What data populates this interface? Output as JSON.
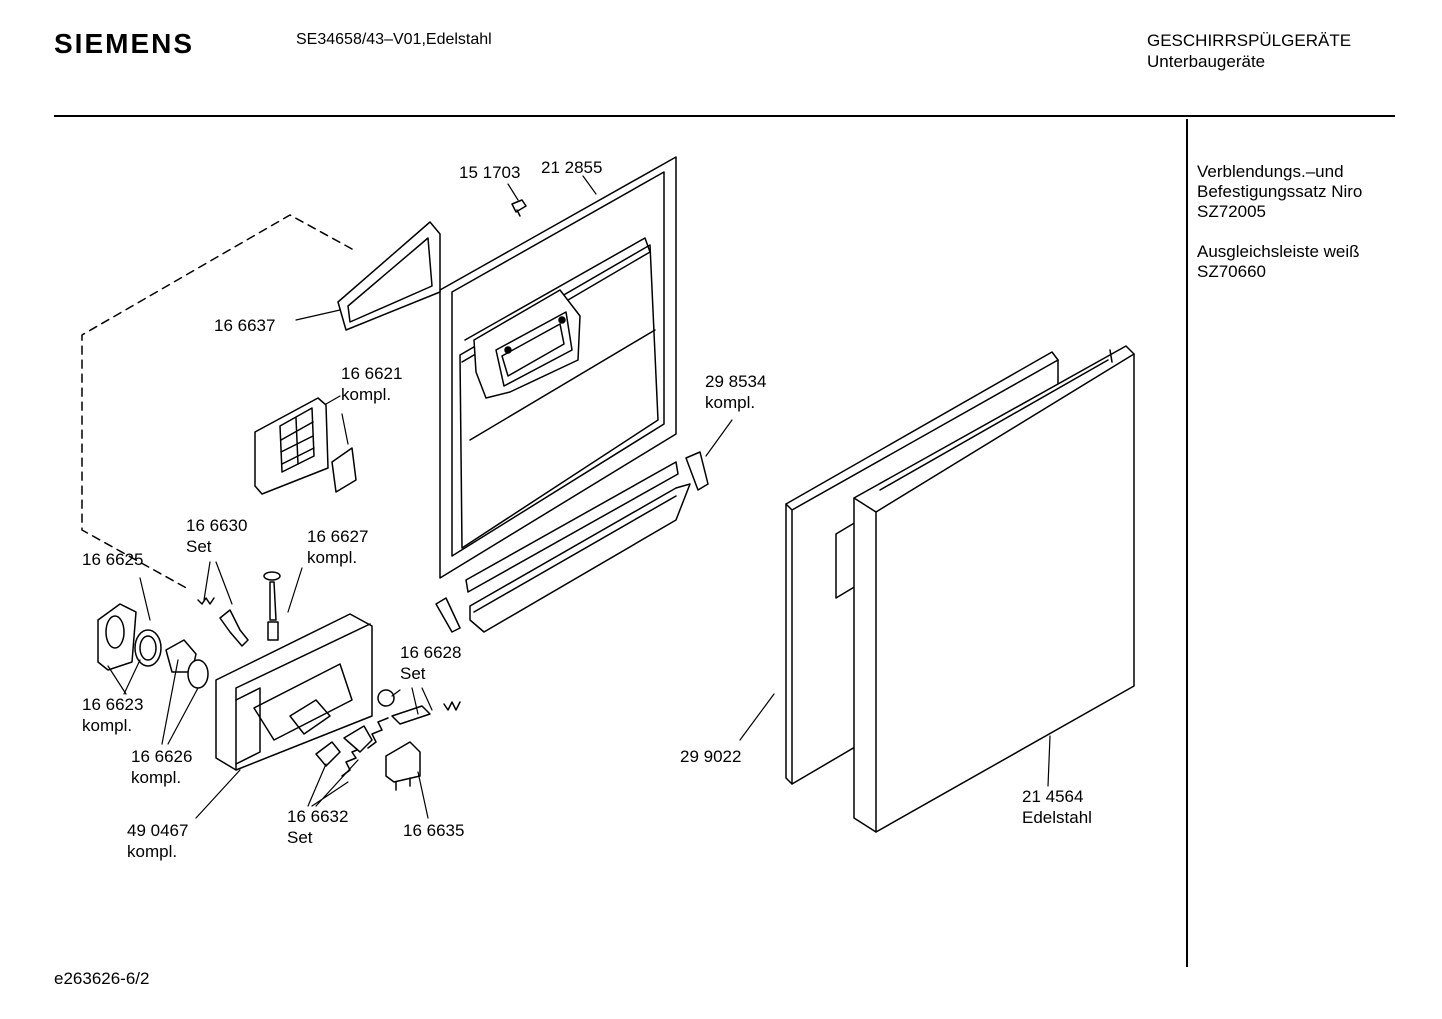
{
  "header": {
    "brand": "SIEMENS",
    "model": "SE34658/43–V01,Edelstahl",
    "category_line1": "GESCHIRRSPÜLGERÄTE",
    "category_line2": "Unterbaugeräte"
  },
  "accessories": [
    {
      "line1": "Verblendungs.–und",
      "line2": "Befestigungssatz Niro",
      "line3": "SZ72005"
    },
    {
      "line1": "Ausgleichsleiste weiß",
      "line2": "SZ70660"
    }
  ],
  "parts": {
    "p151703": {
      "number": "15 1703"
    },
    "p212855": {
      "number": "21 2855"
    },
    "p166637": {
      "number": "16 6637"
    },
    "p166621": {
      "number": "16 6621",
      "note": "kompl."
    },
    "p298534": {
      "number": "29 8534",
      "note": "kompl."
    },
    "p166630": {
      "number": "16 6630",
      "note": "Set"
    },
    "p166627": {
      "number": "16 6627",
      "note": "kompl."
    },
    "p166625": {
      "number": "16 6625"
    },
    "p166628": {
      "number": "16 6628",
      "note": "Set"
    },
    "p166623": {
      "number": "16 6623",
      "note": "kompl."
    },
    "p166626": {
      "number": "16 6626",
      "note": "kompl."
    },
    "p299022": {
      "number": "29 9022"
    },
    "p490467": {
      "number": "49 0467",
      "note": "kompl."
    },
    "p166632": {
      "number": "16 6632",
      "note": "Set"
    },
    "p166635": {
      "number": "16 6635"
    },
    "p214564": {
      "number": "21 4564",
      "note": "Edelstahl"
    }
  },
  "footer": {
    "doc_id": "e263626-6/2"
  }
}
